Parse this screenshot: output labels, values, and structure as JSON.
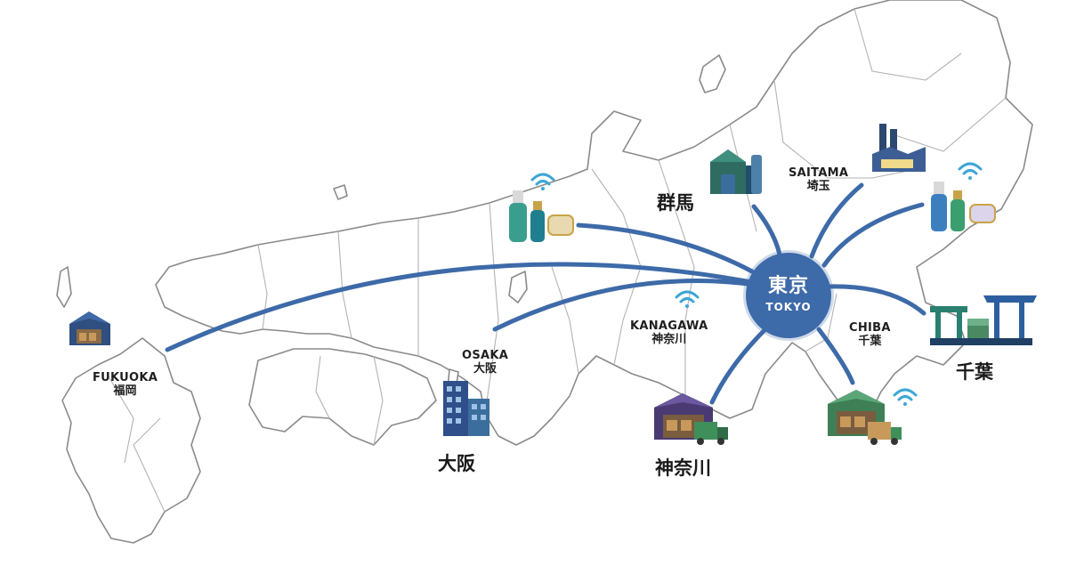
{
  "hub": {
    "name_jp": "東京",
    "name_en": "TOKYO",
    "color": "#3d6aa8"
  },
  "region_labels": [
    {
      "en": "FUKUOKA",
      "jp": "福岡"
    },
    {
      "en": "OSAKA",
      "jp": "大阪"
    },
    {
      "en": "KANAGAWA",
      "jp": "神奈川"
    },
    {
      "en": "SAITAMA",
      "jp": "埼玉"
    },
    {
      "en": "CHIBA",
      "jp": "千葉"
    }
  ],
  "facility_captions": {
    "gunma": "群馬",
    "osaka": "大阪",
    "kanagawa": "神奈川",
    "chiba": "千葉"
  },
  "icons": [
    "warehouse-icon",
    "cosmetics-icon",
    "wifi-icon",
    "office-building-icon",
    "factory-icon",
    "container-port-icon",
    "delivery-truck-icon"
  ],
  "colors": {
    "route": "#3d6aa8",
    "map_outline": "#8a8a8a",
    "land": "#ffffff"
  }
}
